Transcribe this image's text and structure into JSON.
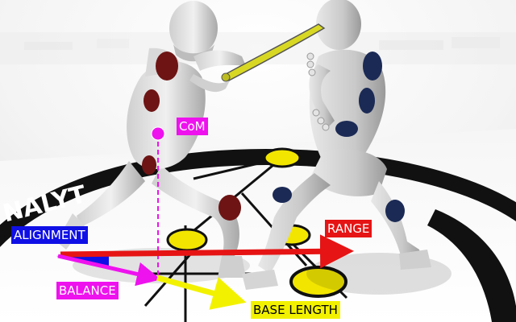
{
  "image": {
    "description_only": false
  },
  "labels": {
    "com": "CoM",
    "alignment": "ALIGNMENT",
    "range": "RANGE",
    "balance": "BALANCE",
    "base_length": "BASE LENGTH",
    "floor_text": "NALYT"
  },
  "colors": {
    "com": "#ee12ee",
    "alignment": "#1010e6",
    "range": "#e61414",
    "balance": "#ee12ee",
    "base_length": "#f2f200",
    "floor_marker": "#f2e600",
    "sword": "#d8d824"
  }
}
